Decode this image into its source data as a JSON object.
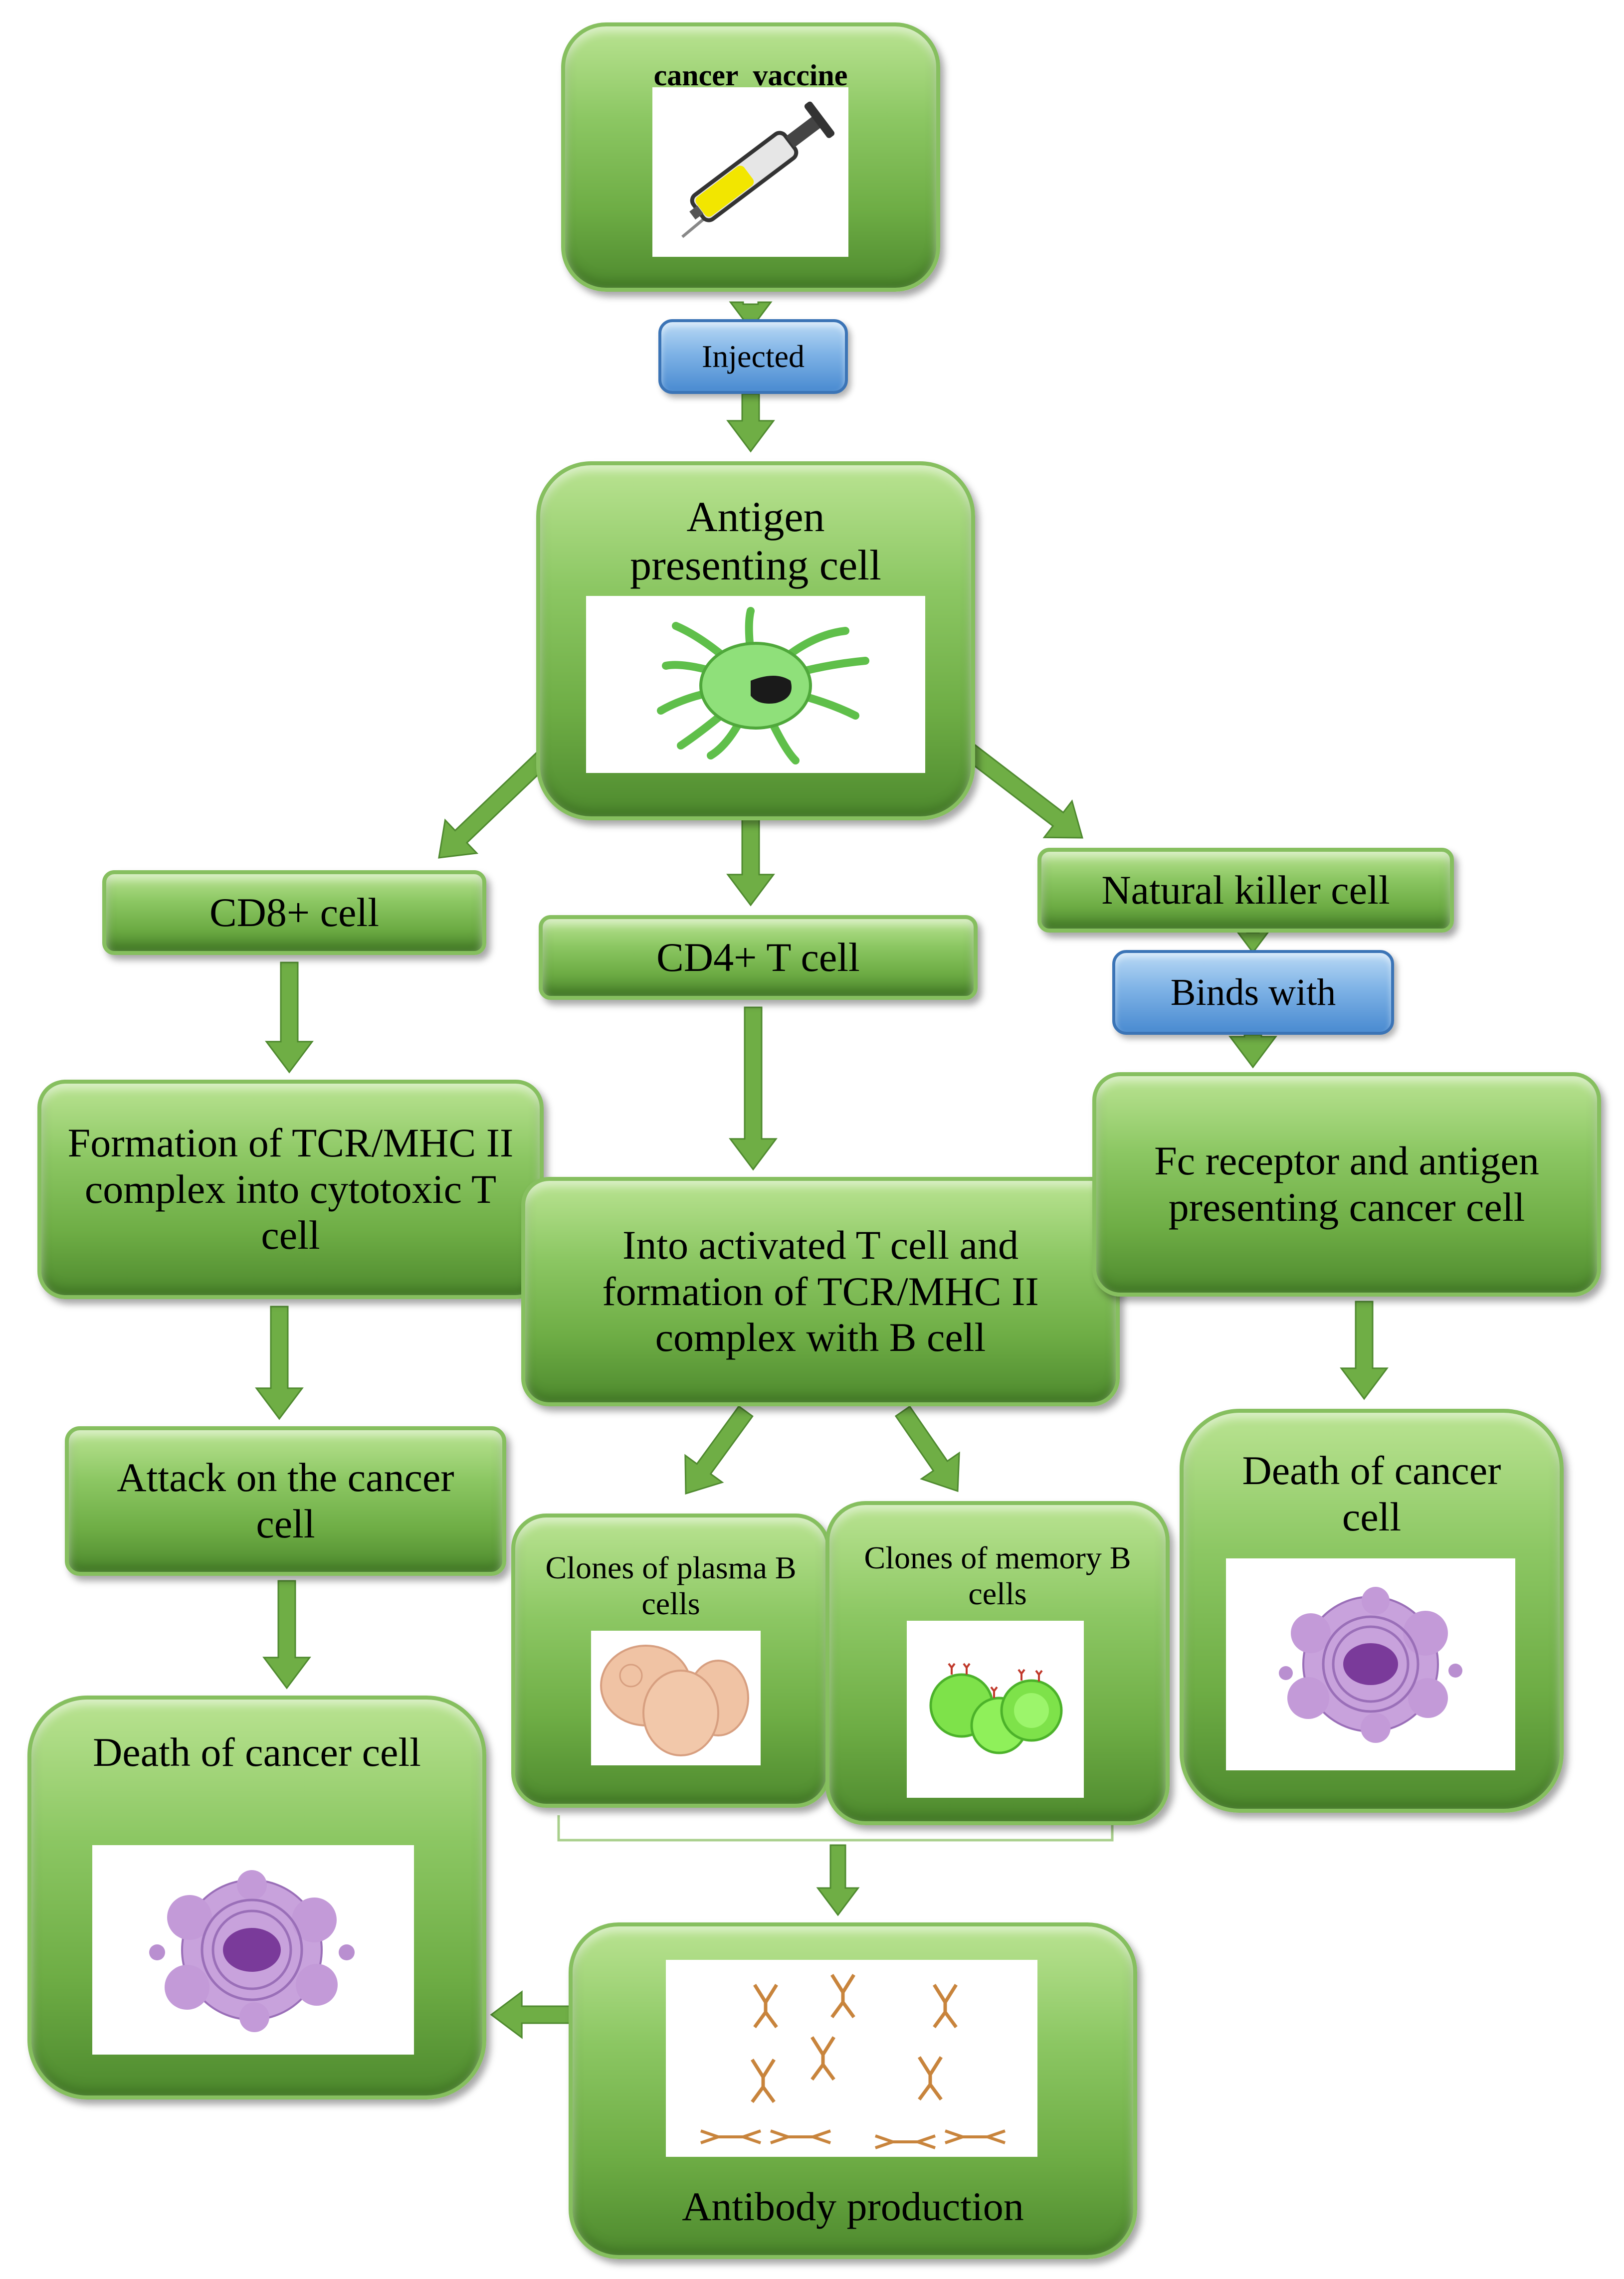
{
  "nodes": {
    "vaccine": "cancer  vaccine",
    "injected": "Injected",
    "apc": "Antigen presenting cell",
    "cd8": "CD8+ cell",
    "cd4": "CD4+ T cell",
    "nk": "Natural killer cell",
    "binds_with": "Binds with",
    "tcr_formation": "Formation of TCR/MHC II complex into cytotoxic T cell",
    "activated_t": "Into activated T cell and formation of TCR/MHC II complex with B cell",
    "fc_receptor": "Fc receptor and antigen presenting cancer cell",
    "attack": "Attack on the cancer cell",
    "death_right": "Death of cancer cell",
    "plasma_clones": "Clones of plasma B cells",
    "memory_clones": "Clones of memory B cells",
    "death_left": "Death of cancer cell",
    "antibody": "Antibody production"
  },
  "colors": {
    "box_green": "#8cc763",
    "arrow_green": "#6fae45",
    "connector_blue": "#4a8bd1",
    "syringe_fluid": "#f2e600",
    "apc_cell": "#7fd36a",
    "plasma_cell": "#f0c3a4",
    "memory_cell": "#7ee24a",
    "cancer_cell": "#b98fd0",
    "antibody": "#c8843c"
  }
}
